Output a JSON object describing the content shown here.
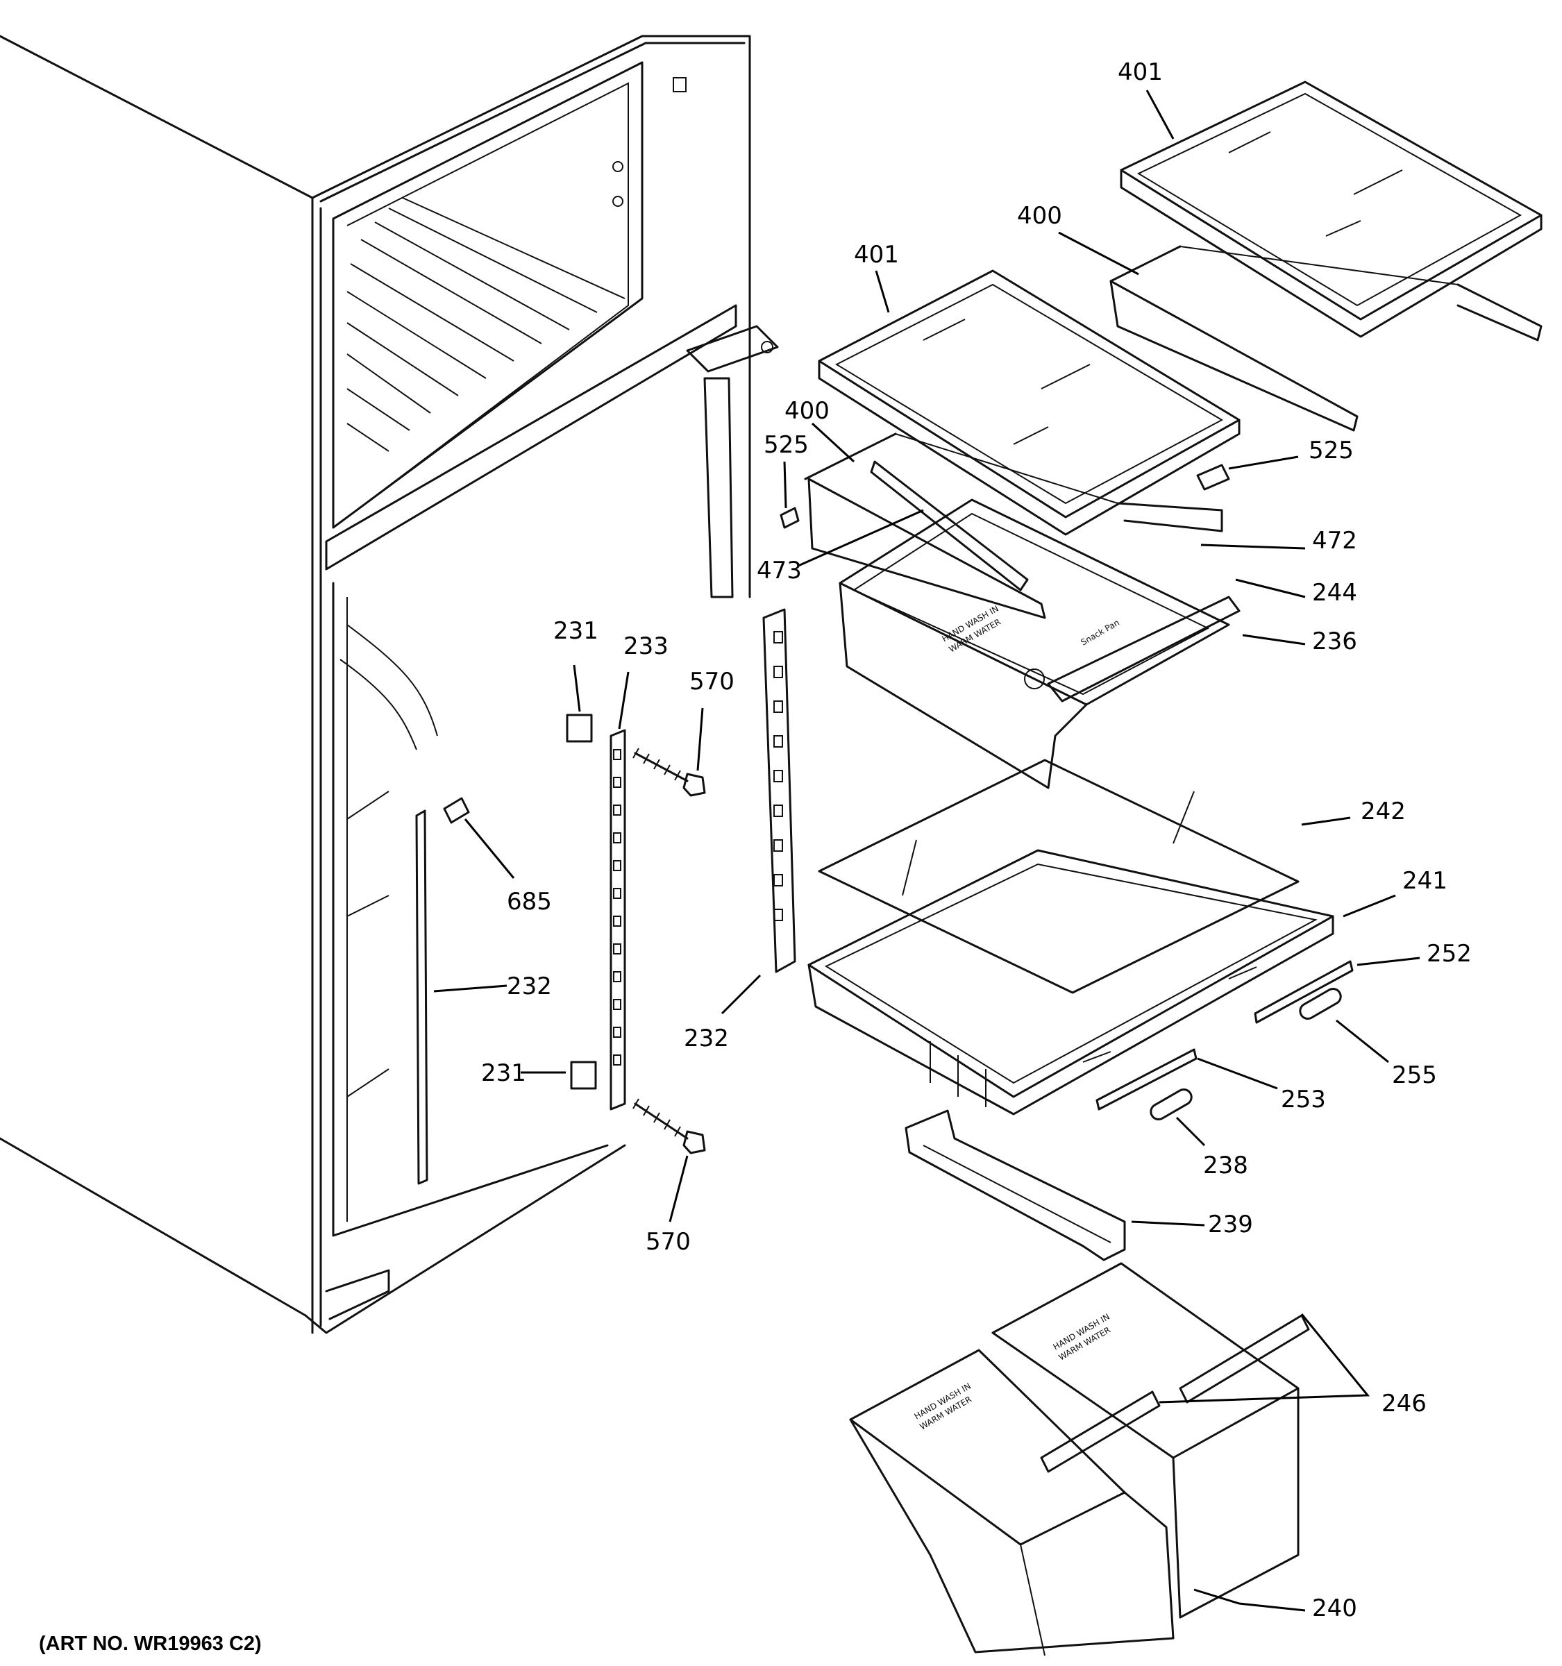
{
  "callouts": {
    "c401a": "401",
    "c400a": "400",
    "c401b": "401",
    "c400b": "400",
    "c525a": "525",
    "c525b": "525",
    "c472": "472",
    "c473": "473",
    "c244": "244",
    "c236": "236",
    "c231a": "231",
    "c233": "233",
    "c570a": "570",
    "c242": "242",
    "c241": "241",
    "c685": "685",
    "c252": "252",
    "c232a": "232",
    "c232b": "232",
    "c255": "255",
    "c231b": "231",
    "c253": "253",
    "c238": "238",
    "c239": "239",
    "c570b": "570",
    "c246": "246",
    "c240": "240"
  },
  "pan_text": {
    "snack_pan": "Snack Pan",
    "hand_wash_1": "HAND WASH IN",
    "hand_wash_2": "WARM WATER"
  },
  "art_number": "(ART NO. WR19963 C2)"
}
